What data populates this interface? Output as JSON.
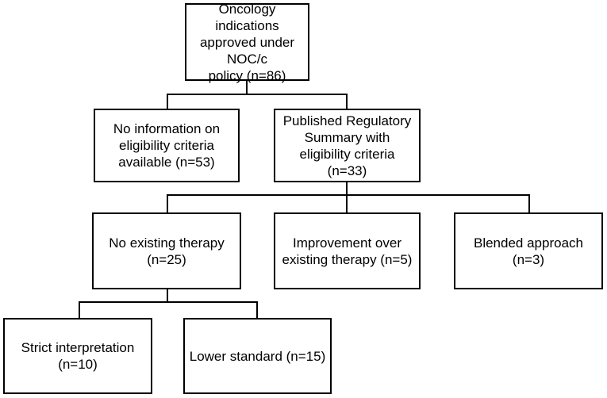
{
  "flowchart": {
    "root": {
      "label": "Oncology indications\napproved under NOC/c\npolicy (n=86)"
    },
    "level2": {
      "no_info": {
        "label": "No information on\neligibility criteria\navailable (n=53)"
      },
      "published": {
        "label": "Published Regulatory\nSummary with\neligibility criteria\n(n=33)"
      }
    },
    "level3": {
      "no_existing": {
        "label": "No existing therapy\n(n=25)"
      },
      "improvement": {
        "label": "Improvement over\nexisting therapy (n=5)"
      },
      "blended": {
        "label": "Blended approach\n(n=3)"
      }
    },
    "level4": {
      "strict": {
        "label": "Strict interpretation\n(n=10)"
      },
      "lower": {
        "label": "Lower standard (n=15)"
      }
    },
    "colors": {
      "border": "#000000",
      "background": "#ffffff",
      "text": "#000000"
    }
  }
}
